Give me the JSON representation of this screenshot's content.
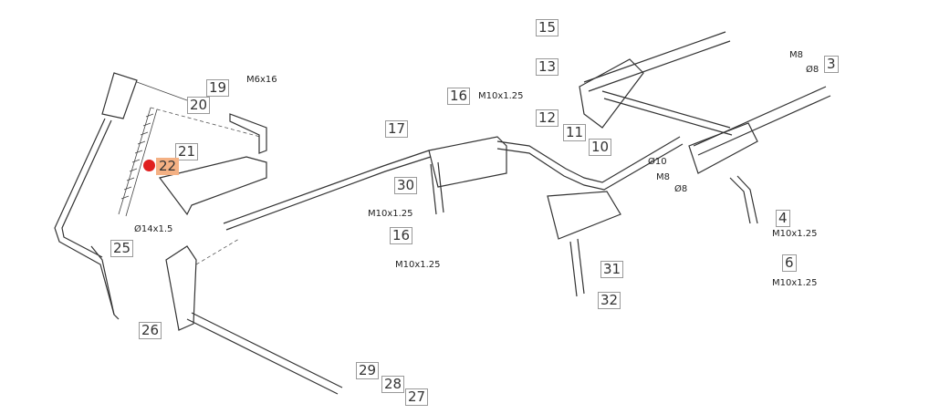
{
  "callouts": {
    "c15": "15",
    "c13": "13",
    "c12": "12",
    "c16a": "16",
    "c17": "17",
    "c11": "11",
    "c10": "10",
    "c30": "30",
    "c16b": "16",
    "c31": "31",
    "c32": "32",
    "c3": "3",
    "c4": "4",
    "c6": "6",
    "c19": "19",
    "c20": "20",
    "c21": "21",
    "c22": "22",
    "c25": "25",
    "c26": "26",
    "c29": "29",
    "c28": "28",
    "c27": "27"
  },
  "notes": {
    "m6x16": "M6x16",
    "m10a": "M10x1.25",
    "m10b": "M10x1.25",
    "m10c": "M10x1.25",
    "d14": "Ø14x1.5",
    "d10": "Ø10",
    "m8a": "M8",
    "d8a": "Ø8",
    "m8b": "M8",
    "d8b": "Ø8",
    "m10d": "M10x1.25",
    "m10e": "M10x1.25"
  },
  "highlight_color": "#f4b184",
  "marker_color": "#e02020"
}
